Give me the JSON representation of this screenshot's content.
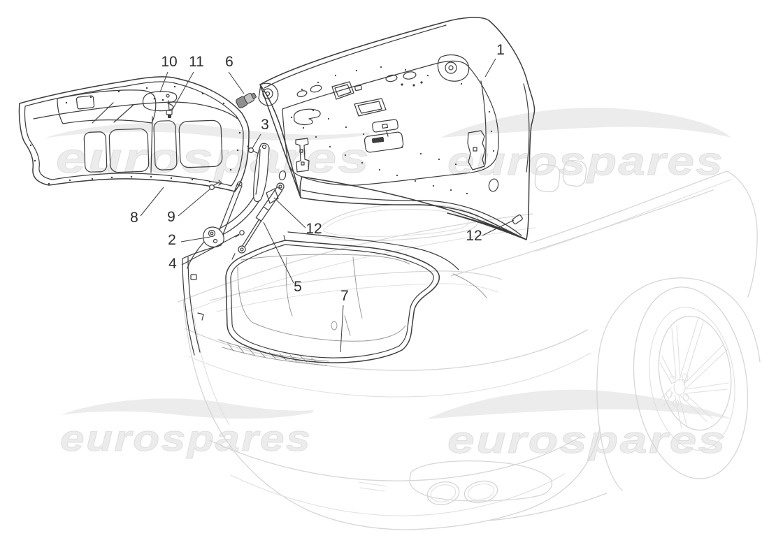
{
  "watermark": {
    "text": "eurospares"
  },
  "callouts": [
    {
      "label": "1"
    },
    {
      "label": "2"
    },
    {
      "label": "3"
    },
    {
      "label": "4"
    },
    {
      "label": "5"
    },
    {
      "label": "6"
    },
    {
      "label": "7"
    },
    {
      "label": "8"
    },
    {
      "label": "9"
    },
    {
      "label": "10"
    },
    {
      "label": "11"
    },
    {
      "label": "12"
    },
    {
      "label": "12"
    }
  ],
  "colors": {
    "background": "#ffffff",
    "part_line": "#3d3d3d",
    "ghost_car_line": "#d6d6d6",
    "interior_line": "#9a9a9a",
    "watermark": "#ececec",
    "callout_label": "#2b2b2b"
  }
}
